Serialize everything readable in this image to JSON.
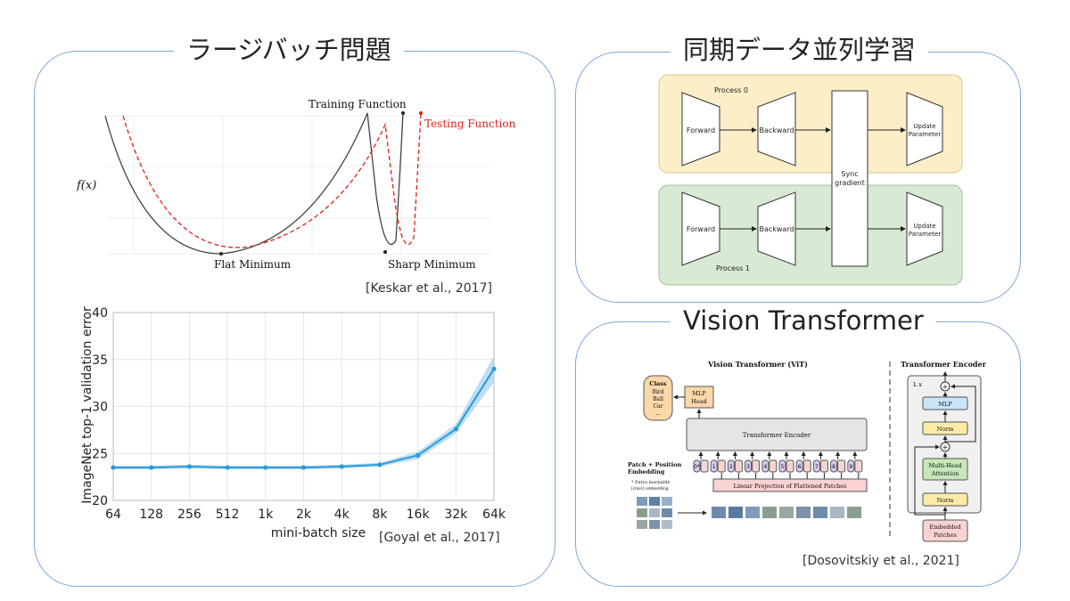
{
  "colors": {
    "panel_border": "#7fa9d6",
    "line_blue": "#2b9ad8",
    "band_blue": "#a7d3f0",
    "testing_red": "#e0201b",
    "process0_fill": "#fcefc7",
    "process1_fill": "#d8ead3"
  },
  "left_panel": {
    "title": "ラージバッチ問題",
    "minima": {
      "training_label": "Training Function",
      "testing_label": "Testing Function",
      "y_label": "f(x)",
      "flat_label": "Flat Minimum",
      "sharp_label": "Sharp Minimum",
      "citation": "[Keskar et al., 2017]"
    },
    "batch": {
      "citation": "[Goyal et al., 2017]"
    }
  },
  "sync_panel": {
    "title": "同期データ並列学習",
    "process0": "Process 0",
    "process1": "Process 1",
    "forward": "Forward",
    "backward": "Backward",
    "sync_line1": "Sync",
    "sync_line2": "gradient",
    "update_line1": "Update",
    "update_line2": "Parameter"
  },
  "vit_panel": {
    "title": "Vision Transformer",
    "vit_heading": "Vision Transformer (ViT)",
    "encoder_heading": "Transformer Encoder",
    "class_box": [
      "Class",
      "Bird",
      "Ball",
      "Car",
      "..."
    ],
    "mlp_head": [
      "MLP",
      "Head"
    ],
    "transformer_encoder": "Transformer Encoder",
    "patch_embedding": [
      "Patch + Position",
      "Embedding"
    ],
    "extra_learnable": [
      "* Extra learnable",
      "[class] embedding"
    ],
    "linear_projection": "Linear Projection of Flattened Patches",
    "token_ids": [
      "0*",
      "1",
      "2",
      "3",
      "4",
      "5",
      "6",
      "7",
      "8",
      "9"
    ],
    "lx": "L x",
    "enc_mlp": "MLP",
    "enc_norm": "Norm",
    "enc_mha": [
      "Multi-Head",
      "Attention"
    ],
    "embedded_patches": [
      "Embedded",
      "Patches"
    ],
    "citation": "[Dosovitskiy et al., 2021]"
  },
  "chart_data": {
    "type": "line",
    "xlabel": "mini-batch size",
    "ylabel": "ImageNet top-1 validation error",
    "categories": [
      "64",
      "128",
      "256",
      "512",
      "1k",
      "2k",
      "4k",
      "8k",
      "16k",
      "32k",
      "64k"
    ],
    "series": [
      {
        "values": [
          23.5,
          23.5,
          23.6,
          23.5,
          23.5,
          23.5,
          23.6,
          23.8,
          24.8,
          27.6,
          34.0
        ]
      }
    ],
    "band_lower": [
      23.3,
      23.3,
      23.4,
      23.3,
      23.3,
      23.3,
      23.4,
      23.6,
      24.4,
      27.1,
      32.6
    ],
    "band_upper": [
      23.7,
      23.7,
      23.8,
      23.7,
      23.7,
      23.7,
      23.8,
      24.0,
      25.2,
      28.1,
      35.4
    ],
    "ylim": [
      20,
      40
    ],
    "yticks": [
      20,
      25,
      30,
      35,
      40
    ],
    "grid": true
  }
}
